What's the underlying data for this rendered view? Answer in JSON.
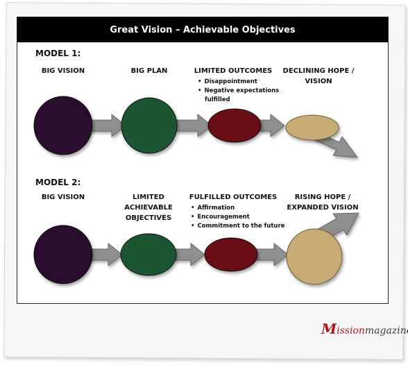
{
  "title": "Great Vision – Achievable Objectives",
  "models": [
    {
      "label": "MODEL 1:",
      "stages": [
        {
          "label": "BIG VISION"
        },
        {
          "label": "BIG PLAN"
        },
        {
          "label": "LIMITED OUTCOMES",
          "bullets": [
            "Disappointment",
            "Negative expectations",
            "fulfilled"
          ]
        },
        {
          "label_lines": [
            "DECLINING HOPE /",
            "VISION"
          ]
        }
      ],
      "trend": "declining"
    },
    {
      "label": "MODEL 2:",
      "stages": [
        {
          "label": "BIG VISION"
        },
        {
          "label_lines": [
            "LIMITED",
            "ACHIEVABLE",
            "OBJECTIVES"
          ]
        },
        {
          "label": "FULFILLED OUTCOMES",
          "bullets": [
            "Affirmation",
            "Encouragement",
            "Commitment to the future"
          ]
        },
        {
          "label_lines": [
            "RISING HOPE /",
            "EXPANDED VISION"
          ]
        }
      ],
      "trend": "rising"
    }
  ],
  "colors": {
    "big_vision": "#2a0f2e",
    "plan": "#1f5533",
    "outcomes": "#6b0b12",
    "hope": "#c7ab74",
    "arrow": "#8f8f8f"
  },
  "brand": {
    "initial": "M",
    "first": "ission",
    "second": "magazine"
  }
}
